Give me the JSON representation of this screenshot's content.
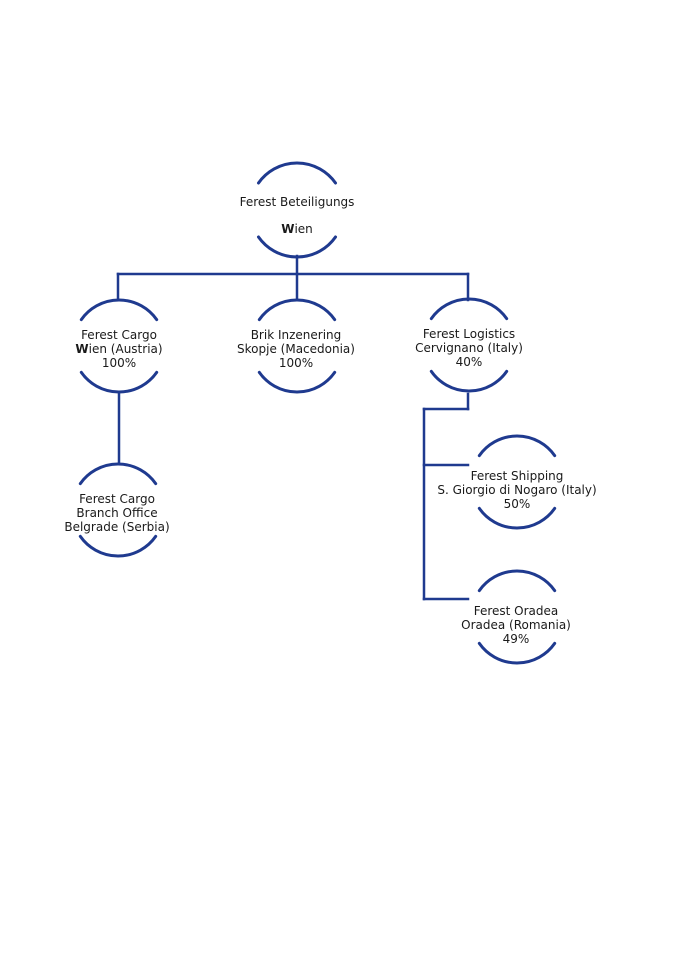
{
  "colors": {
    "line": "#1f3a8f",
    "text": "#1a1a1a",
    "background": "#ffffff"
  },
  "nodes": {
    "root": {
      "line1": "Ferest Beteiligungs",
      "line2_bold": "W",
      "line2_rest": "ien"
    },
    "cargo_wien": {
      "line1": "Ferest Cargo",
      "line2_bold": "W",
      "line2_rest": "ien (Austria)",
      "line3": "100%"
    },
    "brik": {
      "line1": "Brik Inzenering",
      "line2": "Skopje (Macedonia)",
      "line3": "100%"
    },
    "logistics": {
      "line1": "Ferest Logistics",
      "line2": "Cervignano (Italy)",
      "line3": "40%"
    },
    "cargo_belgrade": {
      "line1": "Ferest Cargo",
      "line2": "Branch Office",
      "line3": "Belgrade (Serbia)"
    },
    "shipping": {
      "line1": "Ferest Shipping",
      "line2": "S. Giorgio di Nogaro (Italy)",
      "line3": "50%"
    },
    "oradea": {
      "line1": "Ferest Oradea",
      "line2": "Oradea (Romania)",
      "line3": "49%"
    }
  }
}
